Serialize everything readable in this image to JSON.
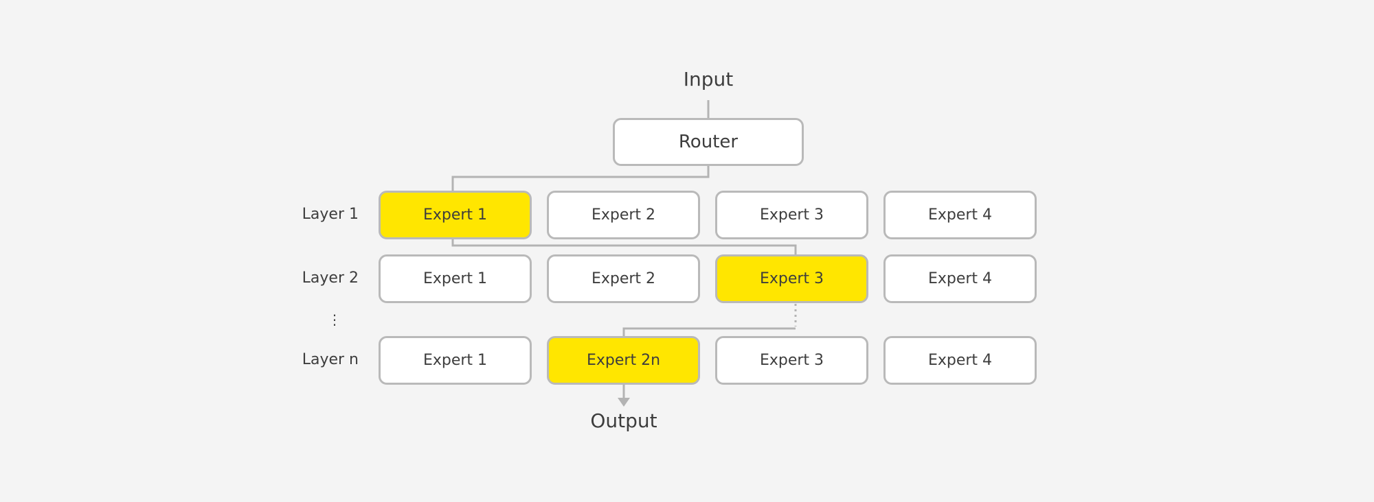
{
  "input_label": "Input",
  "output_label": "Output",
  "router_label": "Router",
  "ellipsis": "⋮",
  "layers": [
    {
      "label": "Layer 1",
      "experts": [
        "Expert 1",
        "Expert 2",
        "Expert 3",
        "Expert 4"
      ],
      "active_index": 0
    },
    {
      "label": "Layer 2",
      "experts": [
        "Expert 1",
        "Expert 2",
        "Expert 3",
        "Expert 4"
      ],
      "active_index": 2
    },
    {
      "label": "Layer n",
      "experts": [
        "Expert 1",
        "Expert 2n",
        "Expert 3",
        "Expert 4"
      ],
      "active_index": 1
    }
  ],
  "colors": {
    "active_fill": "#ffe600",
    "box_fill": "#ffffff",
    "border": "#b9b9b9",
    "connector": "#b3b3b3",
    "background": "#f4f4f4",
    "text": "#3d3d3d"
  }
}
